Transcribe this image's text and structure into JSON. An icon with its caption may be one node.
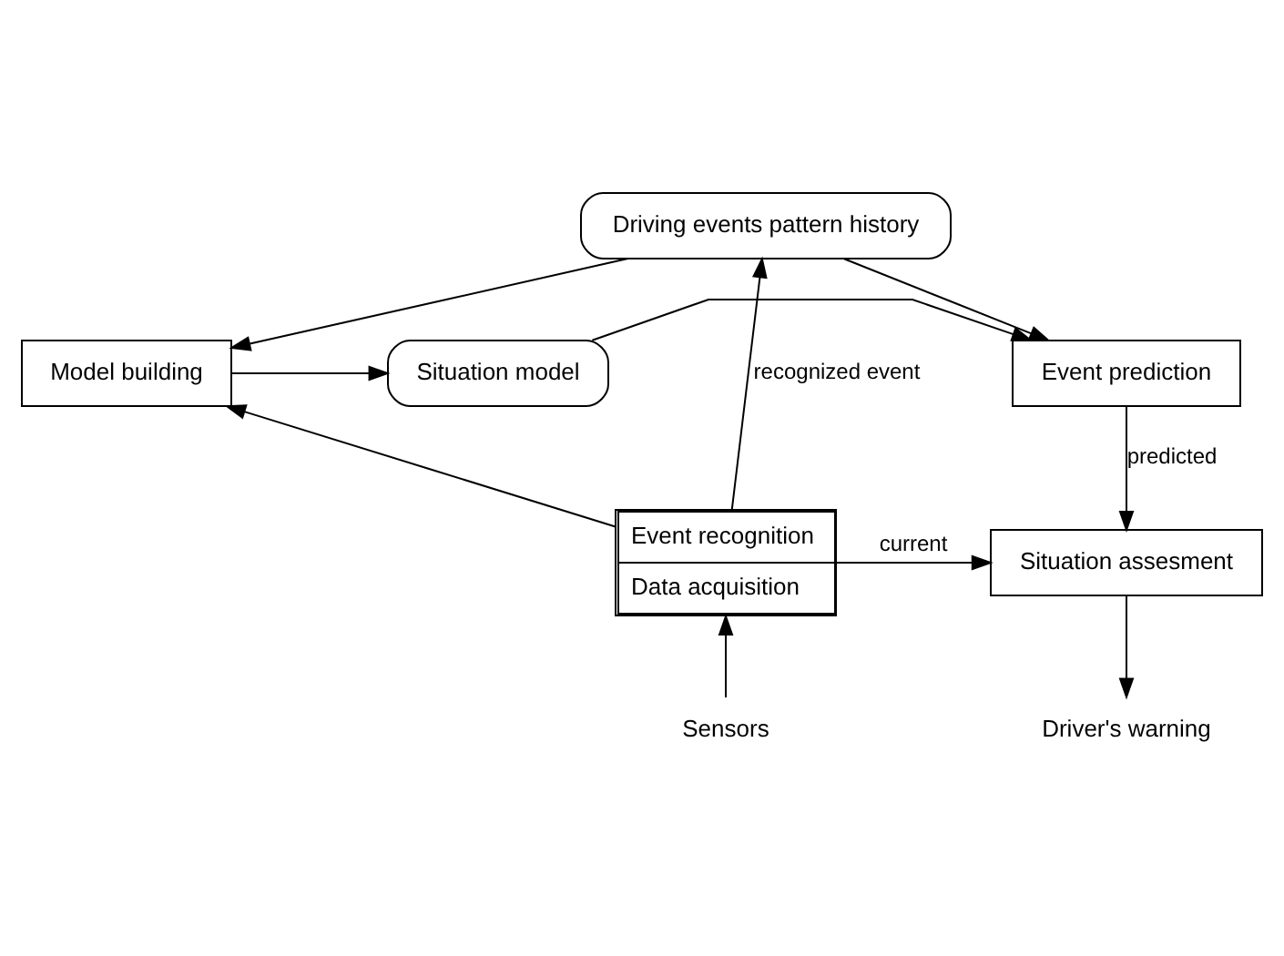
{
  "diagram": {
    "nodes": [
      {
        "text": [
          "Driving events pattern history"
        ]
      },
      {
        "text": [
          "Model building"
        ]
      },
      {
        "text": [
          "Situation model"
        ]
      },
      {
        "text": [
          "Event prediction"
        ]
      },
      {
        "text": [
          "Event recognition",
          "Data acquisition"
        ]
      },
      {
        "text": [
          "Situation assesment"
        ]
      },
      {
        "text": [
          "Sensors"
        ]
      },
      {
        "text": [
          "Driver's warning"
        ]
      }
    ],
    "edges": [
      {
        "from": 0,
        "to": 1,
        "arrow": "to"
      },
      {
        "from": 0,
        "to": 3,
        "arrow": "to"
      },
      {
        "from": 1,
        "to": 2,
        "arrow": "to"
      },
      {
        "from": 2,
        "to": 3,
        "arrow": "to"
      },
      {
        "from": 4,
        "to": 0,
        "arrow": "to",
        "label": "recognized event"
      },
      {
        "from": 4,
        "to": 1,
        "arrow": "to"
      },
      {
        "from": 4,
        "to": 5,
        "arrow": "to",
        "label": "current"
      },
      {
        "from": 3,
        "to": 5,
        "arrow": "to",
        "label": "predicted"
      },
      {
        "from": 6,
        "to": 4,
        "arrow": "to"
      },
      {
        "from": 5,
        "to": 7,
        "arrow": "to"
      }
    ]
  }
}
